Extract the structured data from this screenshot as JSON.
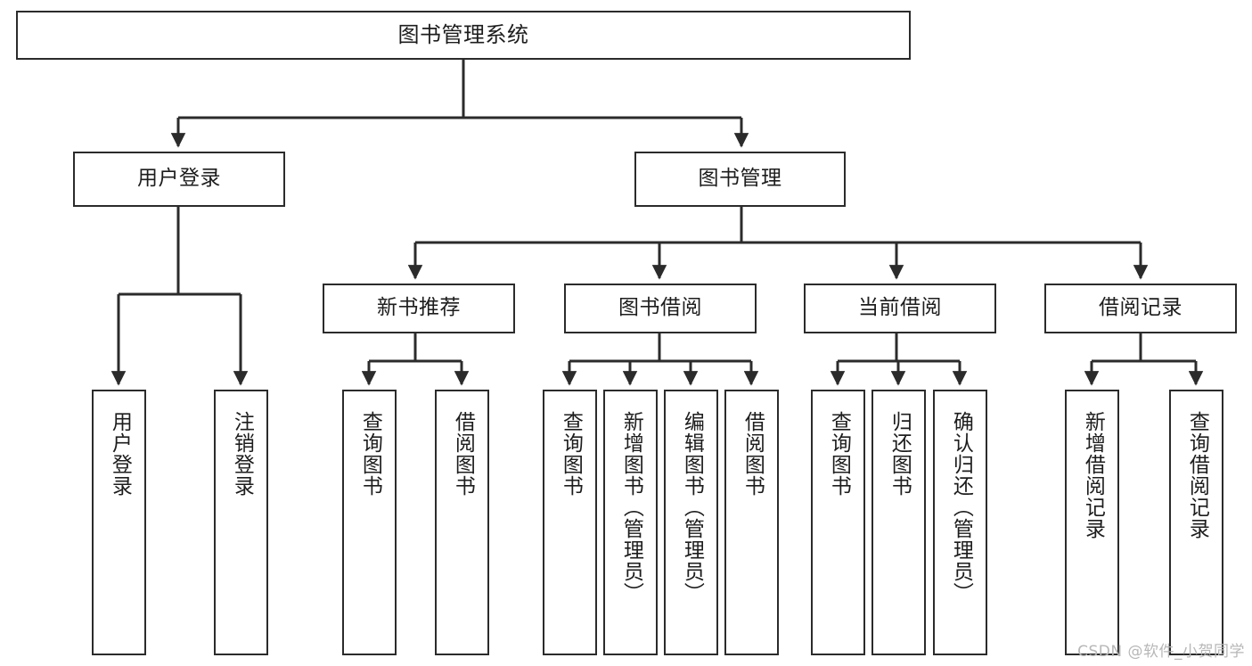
{
  "diagram": {
    "title": "图书管理系统",
    "type": "tree-hierarchy-diagram",
    "root": {
      "id": "root",
      "label": "图书管理系统"
    },
    "level2": [
      {
        "id": "user-login",
        "label": "用户登录"
      },
      {
        "id": "book-manage",
        "label": "图书管理"
      }
    ],
    "level3": [
      {
        "id": "new-book-recommend",
        "label": "新书推荐"
      },
      {
        "id": "book-borrow",
        "label": "图书借阅"
      },
      {
        "id": "current-borrow",
        "label": "当前借阅"
      },
      {
        "id": "borrow-record",
        "label": "借阅记录"
      }
    ],
    "leaves": {
      "user_login": [
        {
          "id": "leaf-user-login",
          "label": "用户登录"
        },
        {
          "id": "leaf-logout-login",
          "label": "注销登录"
        }
      ],
      "new_book_recommend": [
        {
          "id": "leaf-query-book-1",
          "label": "查询图书"
        },
        {
          "id": "leaf-borrow-book-1",
          "label": "借阅图书"
        }
      ],
      "book_borrow": [
        {
          "id": "leaf-query-book-2",
          "label": "查询图书"
        },
        {
          "id": "leaf-add-book",
          "label": "新增图书（管理员）"
        },
        {
          "id": "leaf-edit-book",
          "label": "编辑图书（管理员）"
        },
        {
          "id": "leaf-borrow-book-2",
          "label": "借阅图书"
        }
      ],
      "current_borrow": [
        {
          "id": "leaf-query-book-3",
          "label": "查询图书"
        },
        {
          "id": "leaf-return-book",
          "label": "归还图书"
        },
        {
          "id": "leaf-confirm-return",
          "label": "确认归还（管理员）"
        }
      ],
      "borrow_record": [
        {
          "id": "leaf-add-borrow-record",
          "label": "新增借阅记录"
        },
        {
          "id": "leaf-query-borrow-record",
          "label": "查询借阅记录"
        }
      ]
    },
    "watermark": "CSDN @软件_小贺同学",
    "colors": {
      "stroke": "#2b2b2b",
      "background": "#ffffff",
      "text": "#1d1d1d",
      "watermark": "#b7b7b7"
    }
  }
}
